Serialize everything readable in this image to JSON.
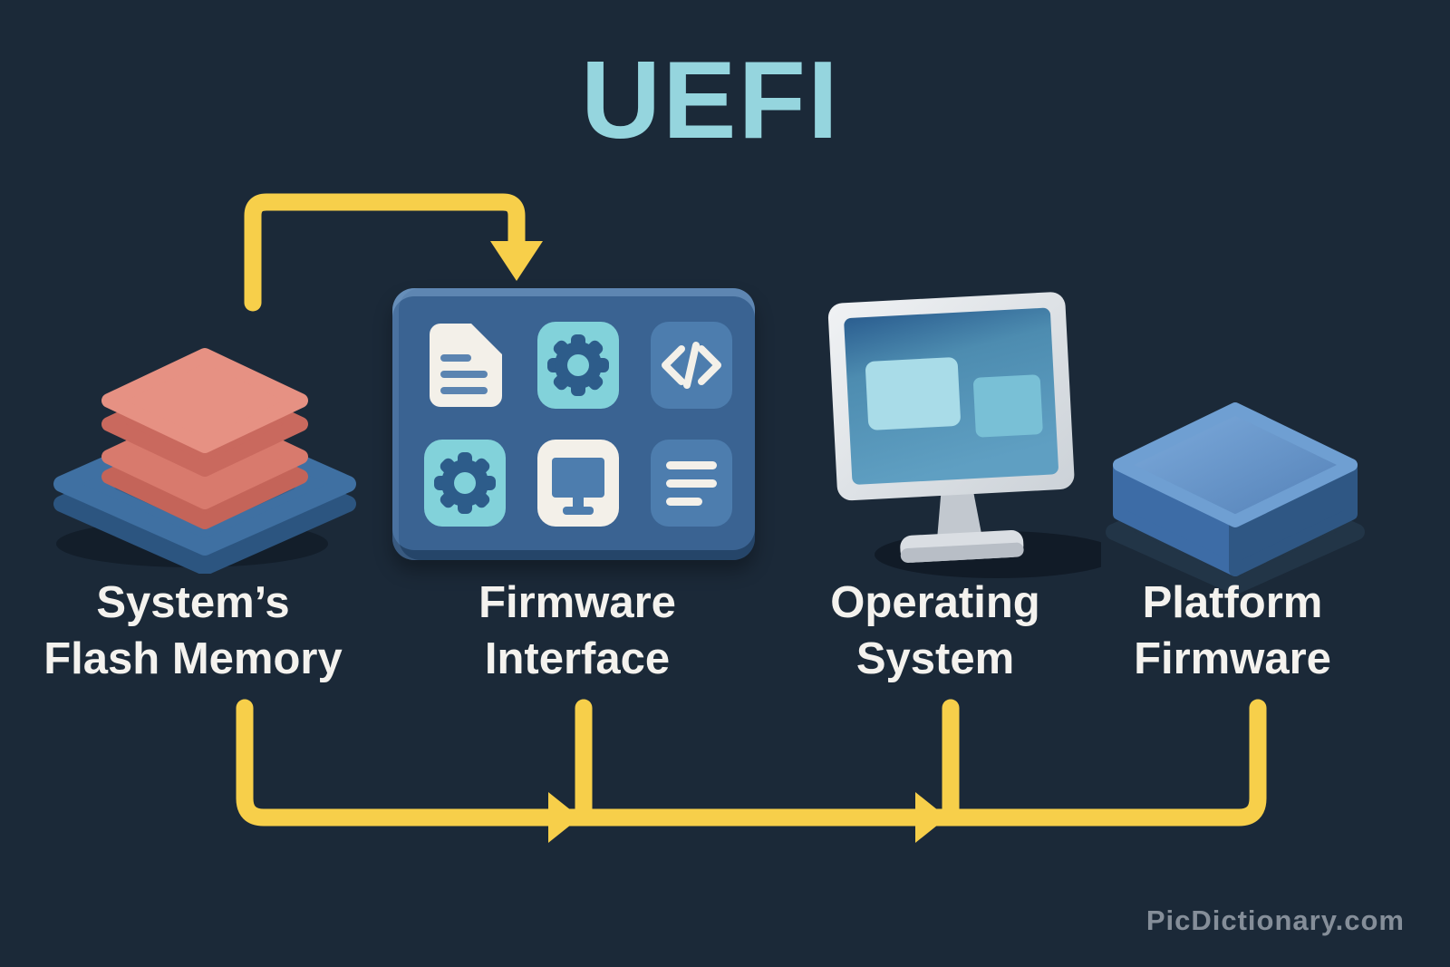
{
  "title": "UEFI",
  "watermark": "PicDictionary.com",
  "nodes": [
    {
      "id": "flash-memory",
      "label_line1": "System’s",
      "label_line2": "Flash Memory",
      "icon": "flash-memory-stack-icon"
    },
    {
      "id": "firmware-interface",
      "label_line1": "Firmware",
      "label_line2": "Interface",
      "icon": "firmware-panel-icon"
    },
    {
      "id": "operating-system",
      "label_line1": "Operating",
      "label_line2": "System",
      "icon": "monitor-icon"
    },
    {
      "id": "platform-firmware",
      "label_line1": "Platform",
      "label_line2": "Firmware",
      "icon": "chip-box-icon"
    }
  ],
  "firmware_panel_icons": [
    "document-icon",
    "gear-icon",
    "code-icon",
    "gear-icon",
    "screen-icon",
    "list-icon"
  ],
  "connections": [
    {
      "from": "flash-memory",
      "to": "firmware-interface",
      "style": "elbow-arrow-top"
    },
    {
      "from": "flash-memory",
      "to": "firmware-interface",
      "style": "bottom-flow-arrow"
    },
    {
      "from": "firmware-interface",
      "to": "operating-system",
      "style": "bottom-flow-arrow"
    },
    {
      "from": "operating-system",
      "to": "platform-firmware",
      "style": "bottom-flow-line"
    }
  ],
  "colors": {
    "background": "#1b2938",
    "title_teal": "#95d5de",
    "arrow_yellow": "#f7cf4a",
    "label_white": "#f4f2ee",
    "panel_blue": "#3a6392",
    "tile_teal": "#82d2da",
    "tile_white": "#f3f0e9",
    "tile_blue": "#4d7dae",
    "memory_red": "#dd8174",
    "base_blue": "#3f70a2",
    "box_blue": "#5f90c4",
    "watermark_gray": "#98a0aa"
  }
}
